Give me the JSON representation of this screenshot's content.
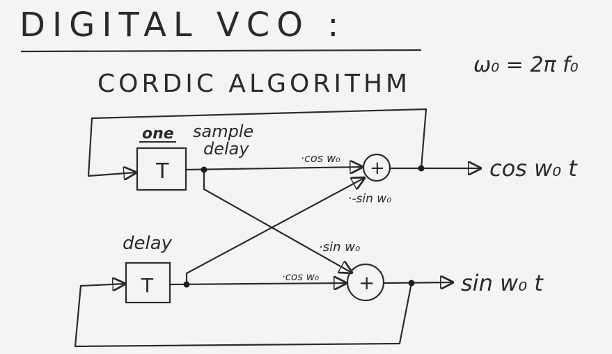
{
  "title": "DIGITAL VCO :",
  "subtitle": "CORDIC ALGORITHM",
  "formula": "ω₀ = 2π f₀",
  "top_delay": {
    "block_label": "T",
    "note_word1": "one",
    "note_word2": "sample",
    "note_word3": "delay"
  },
  "bottom_delay": {
    "block_label": "T",
    "note": "delay"
  },
  "adders": {
    "top_symbol": "+",
    "bottom_symbol": "+"
  },
  "coefficients": {
    "top_cos": "·cos w₀",
    "top_neg_sin": "·-sin w₀",
    "bottom_sin": "·sin w₀",
    "bottom_cos": "·cos w₀"
  },
  "outputs": {
    "cos": "cos w₀ t",
    "sin": "sin w₀ t"
  },
  "colors": {
    "board": "#f4f4f2",
    "ink": "#2b2b2b"
  }
}
